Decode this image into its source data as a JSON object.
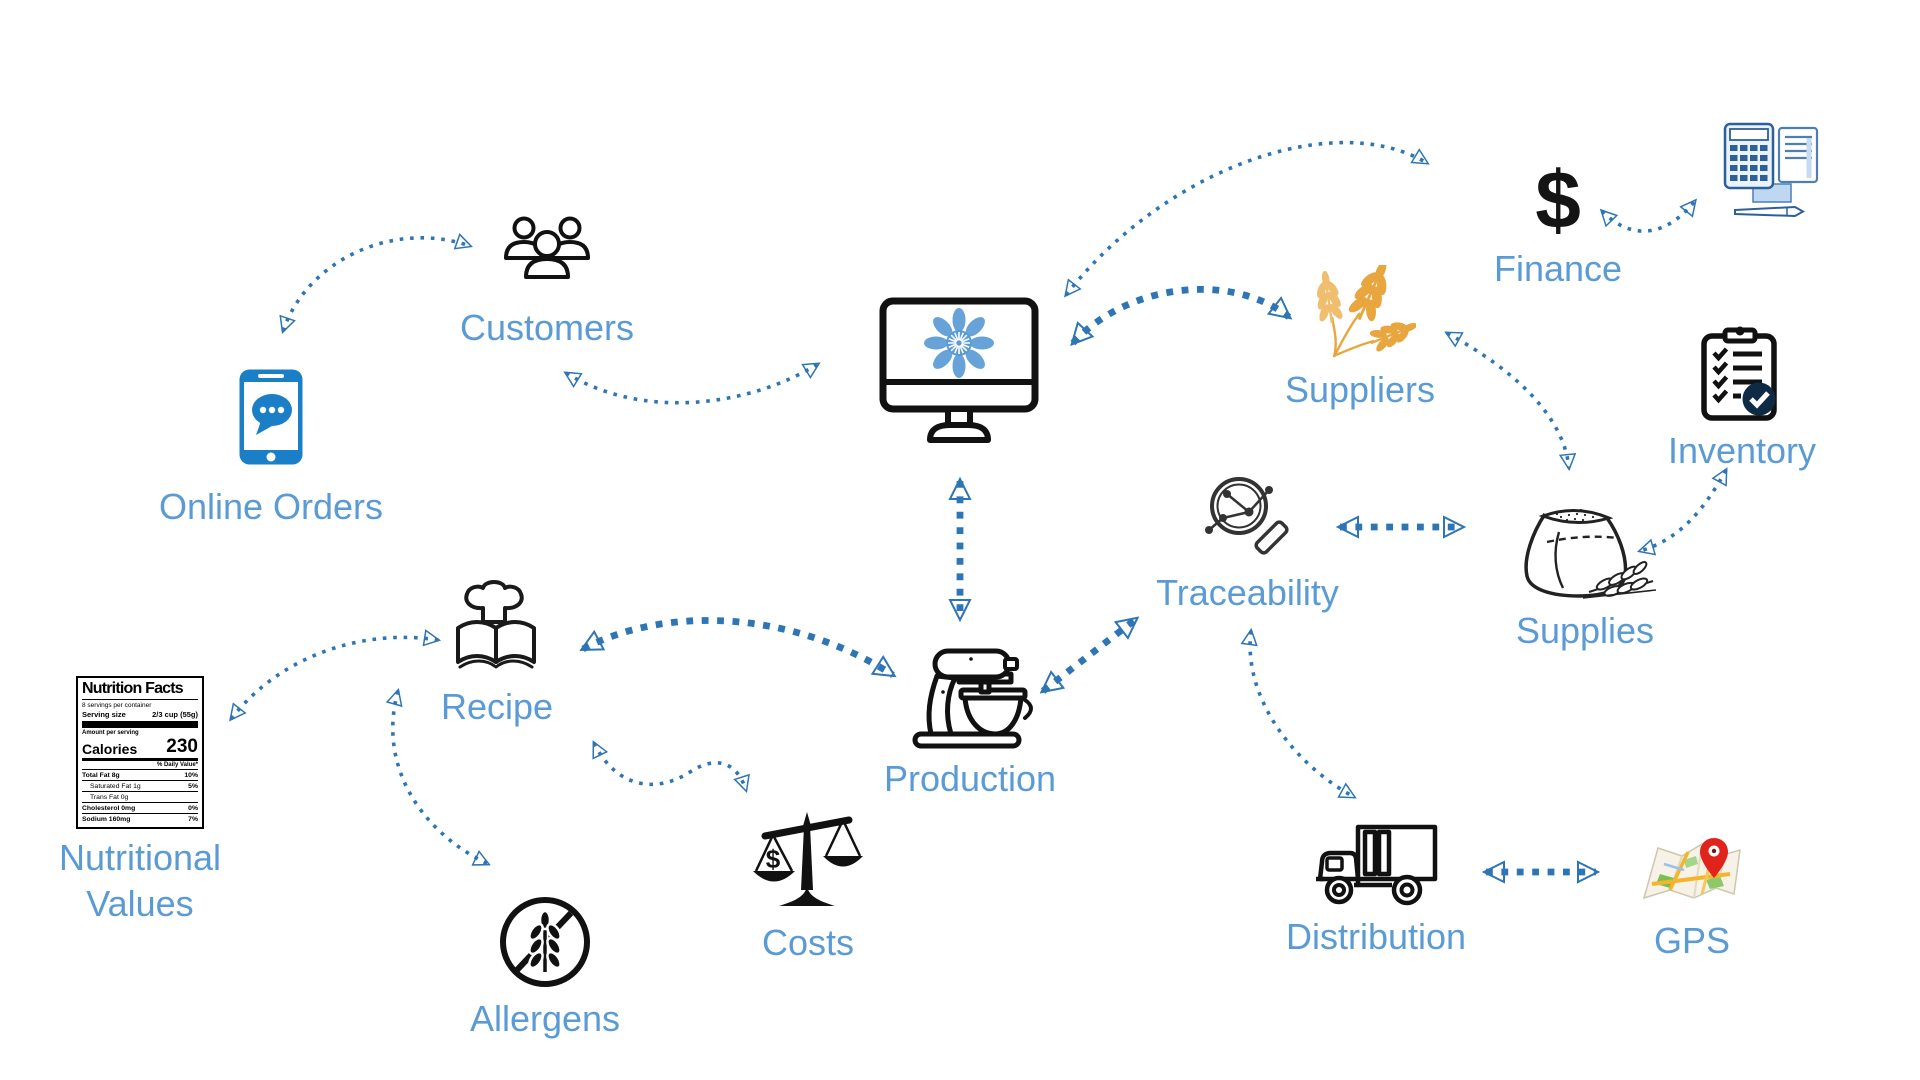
{
  "colors": {
    "label_blue": "#5B9BD5",
    "arrow_blue": "#2E75B6",
    "wheat_gold": "#E9A63F",
    "phone_blue": "#1B7FC7",
    "pin_red": "#E0241B",
    "check_navy": "#0E2A44"
  },
  "nodes": {
    "online_orders": {
      "label": "Online Orders",
      "icon": "smartphone-chat-icon"
    },
    "customers": {
      "label": "Customers",
      "icon": "people-group-icon"
    },
    "hub": {
      "label": "",
      "icon": "computer-monitor-flower-icon"
    },
    "suppliers": {
      "label": "Suppliers",
      "icon": "wheat-icon"
    },
    "finance": {
      "label": "Finance",
      "icon": "dollar-sign-icon",
      "glyph": "$"
    },
    "accounting": {
      "label": "",
      "icon": "calculator-receipt-pen-icon"
    },
    "inventory": {
      "label": "Inventory",
      "icon": "clipboard-checklist-icon"
    },
    "supplies": {
      "label": "Supplies",
      "icon": "flour-sack-icon"
    },
    "traceability": {
      "label": "Traceability",
      "icon": "magnifier-network-icon"
    },
    "production": {
      "label": "Production",
      "icon": "stand-mixer-icon"
    },
    "recipe": {
      "label": "Recipe",
      "icon": "chef-hat-book-icon"
    },
    "nutritional_values": {
      "lines": [
        "Nutritional",
        "Values"
      ],
      "icon": "nutrition-facts-label"
    },
    "allergens": {
      "label": "Allergens",
      "icon": "no-gluten-icon"
    },
    "costs": {
      "label": "Costs",
      "icon": "balance-scale-icon",
      "glyph": "$"
    },
    "distribution": {
      "label": "Distribution",
      "icon": "delivery-truck-icon"
    },
    "gps": {
      "label": "GPS",
      "icon": "map-pin-icon"
    }
  },
  "edges": [
    {
      "from": "online_orders",
      "to": "customers",
      "bidirectional": true
    },
    {
      "from": "customers",
      "to": "hub",
      "bidirectional": true
    },
    {
      "from": "hub",
      "to": "suppliers",
      "bidirectional": true
    },
    {
      "from": "hub",
      "to": "finance",
      "bidirectional": true
    },
    {
      "from": "finance",
      "to": "accounting",
      "bidirectional": true
    },
    {
      "from": "suppliers",
      "to": "supplies",
      "bidirectional": true
    },
    {
      "from": "inventory",
      "to": "supplies",
      "bidirectional": true
    },
    {
      "from": "traceability",
      "to": "supplies",
      "bidirectional": true
    },
    {
      "from": "hub",
      "to": "production",
      "bidirectional": true
    },
    {
      "from": "recipe",
      "to": "production",
      "bidirectional": true
    },
    {
      "from": "recipe",
      "to": "costs",
      "bidirectional": true
    },
    {
      "from": "recipe",
      "to": "allergens",
      "bidirectional": true
    },
    {
      "from": "nutritional_values",
      "to": "recipe",
      "bidirectional": true
    },
    {
      "from": "traceability",
      "to": "production",
      "bidirectional": true
    },
    {
      "from": "traceability",
      "to": "distribution",
      "bidirectional": true
    },
    {
      "from": "distribution",
      "to": "gps",
      "bidirectional": true
    }
  ],
  "nutrition_label": {
    "title": "Nutrition Facts",
    "servings_per_container": "8 servings per container",
    "serving_size_label": "Serving size",
    "serving_size_value": "2/3 cup (55g)",
    "amount_per_serving": "Amount per serving",
    "calories_label": "Calories",
    "calories_value": "230",
    "daily_value_header": "% Daily Value*",
    "rows": [
      {
        "text": "Total Fat 8g",
        "pct": "10%"
      },
      {
        "text": "Saturated Fat 1g",
        "pct": "5%"
      },
      {
        "text": "Trans Fat 0g",
        "pct": ""
      },
      {
        "text": "Cholesterol 0mg",
        "pct": "0%"
      },
      {
        "text": "Sodium 160mg",
        "pct": "7%"
      }
    ]
  }
}
